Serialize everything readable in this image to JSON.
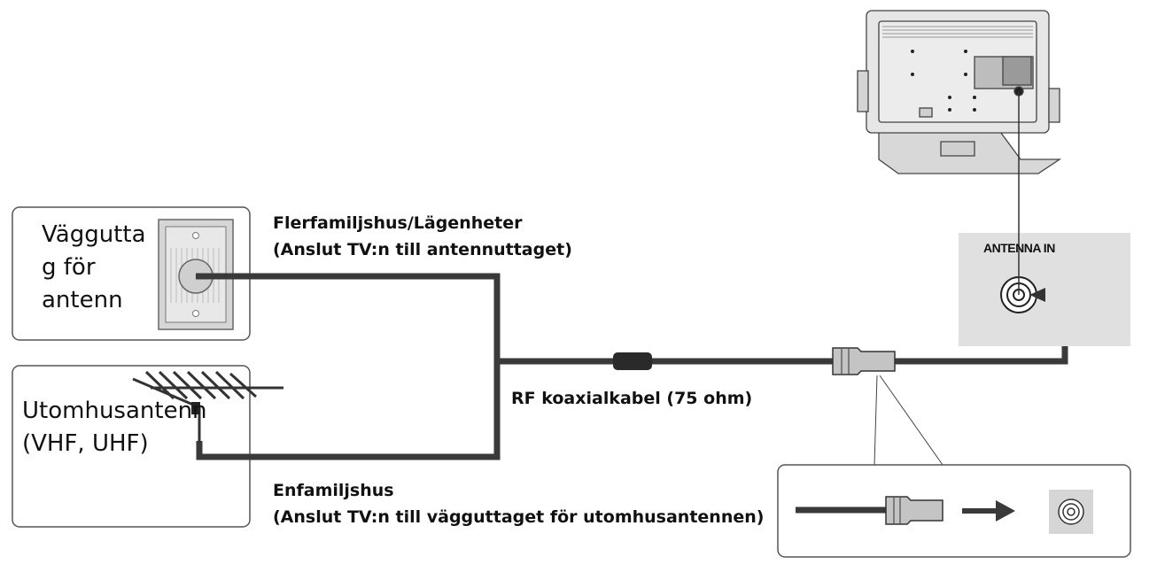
{
  "wall_box": {
    "line1": "Väggutta",
    "line2": "g för",
    "line3": "antenn"
  },
  "outdoor_box": {
    "line1": "Utomhusantenn",
    "line2": "(VHF, UHF)"
  },
  "multi_family": {
    "title": "Flerfamiljshus/Lägenheter",
    "desc": "(Anslut TV:n till antennuttaget)"
  },
  "single_family": {
    "title": "Enfamiljshus",
    "desc": "(Anslut TV:n till vägguttaget för utomhusantennen)"
  },
  "cable": {
    "label": "RF koaxialkabel (75 ohm)"
  },
  "tv_panel": {
    "port_label": "ANTENNA IN"
  },
  "colors": {
    "cable": "#3a3a3a",
    "panel": "#e0e0e0",
    "box_border": "#555555",
    "tv_body": "#e6e6e6"
  },
  "icons": [
    "wall-socket-icon",
    "yagi-antenna-icon",
    "tv-back-icon",
    "antenna-port-icon",
    "rf-plug-icon",
    "arrow-icon"
  ]
}
